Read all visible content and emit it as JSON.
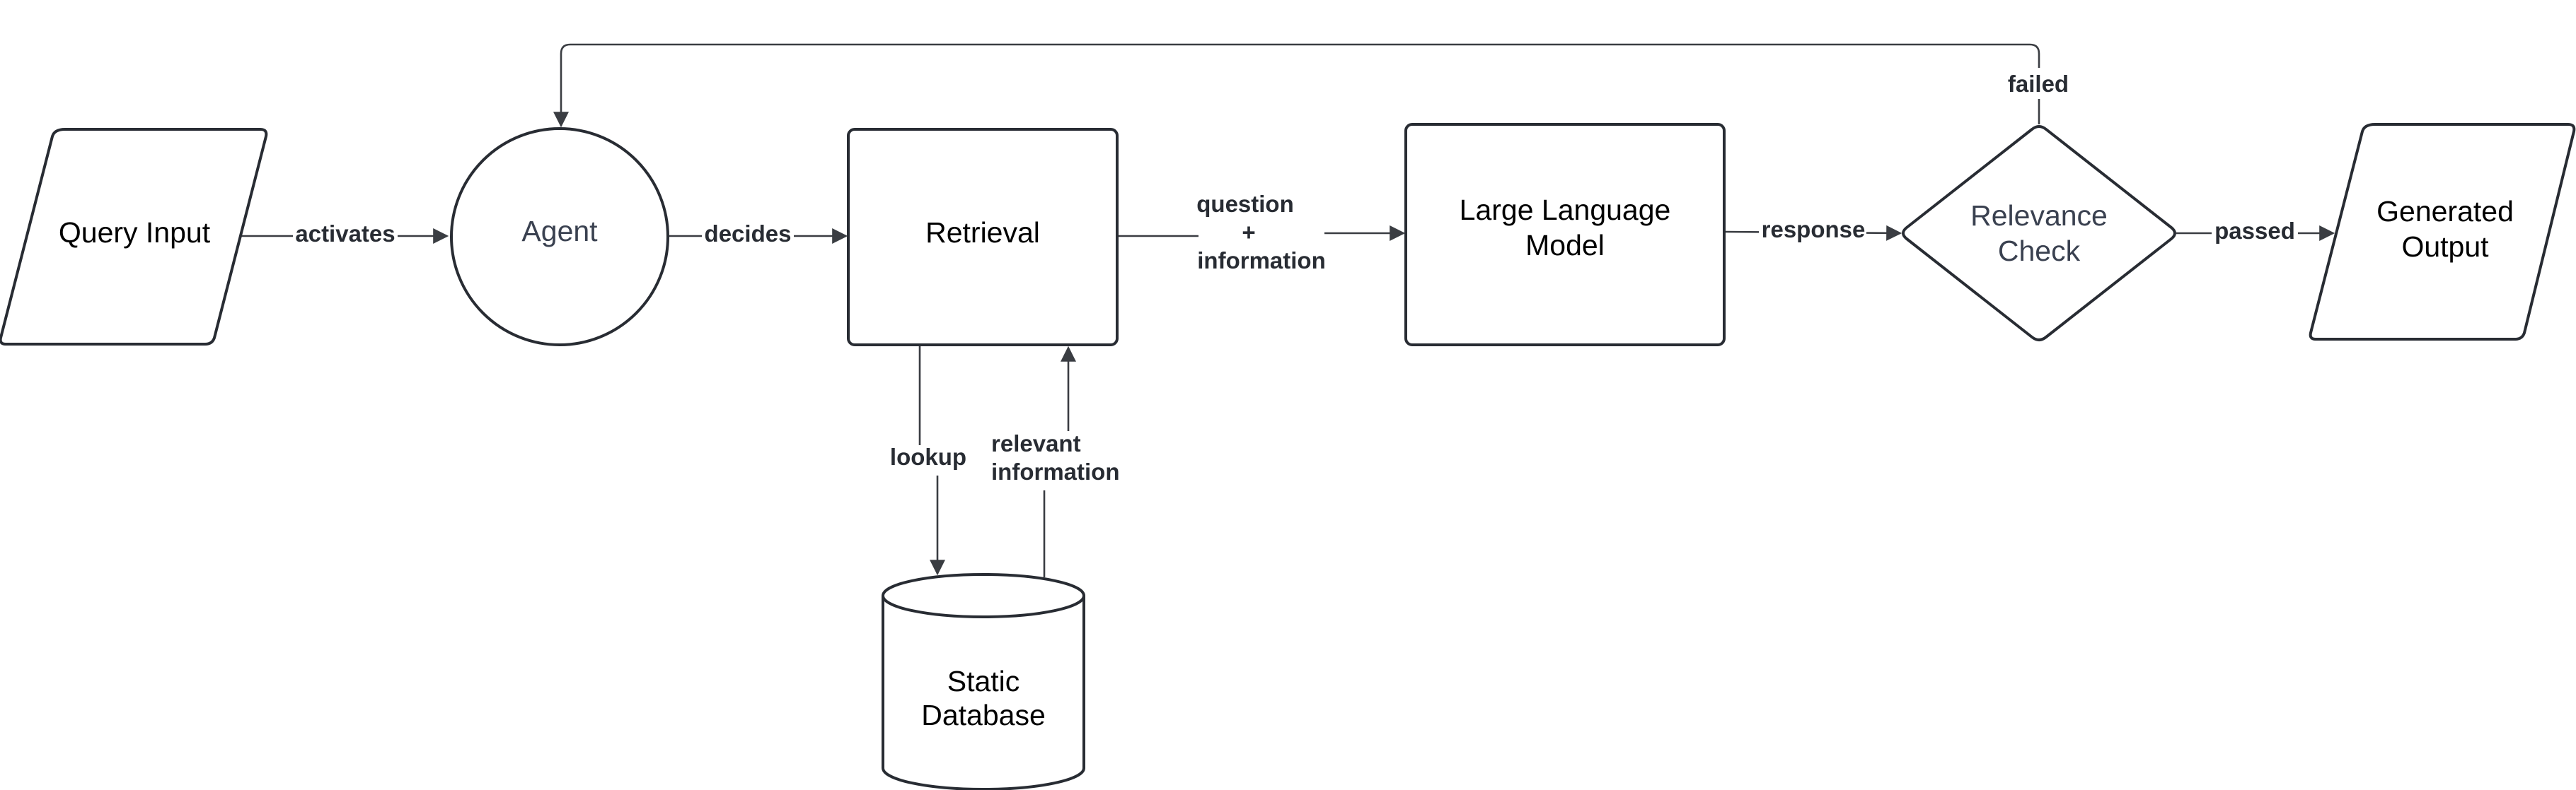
{
  "diagram": {
    "nodes": {
      "query_input": {
        "label": "Query Input"
      },
      "agent": {
        "label": "Agent"
      },
      "retrieval": {
        "label": "Retrieval"
      },
      "llm": {
        "line1": "Large Language",
        "line2": "Model"
      },
      "relevance_check": {
        "line1": "Relevance",
        "line2": "Check"
      },
      "generated_output": {
        "line1": "Generated",
        "line2": "Output"
      },
      "static_database": {
        "line1": "Static",
        "line2": "Database"
      }
    },
    "edges": {
      "activates": {
        "label": "activates"
      },
      "decides": {
        "label": "decides"
      },
      "question_information": {
        "line1": "question",
        "line2": "+",
        "line3": "information"
      },
      "response": {
        "label": "response"
      },
      "passed": {
        "label": "passed"
      },
      "failed": {
        "label": "failed"
      },
      "lookup": {
        "label": "lookup"
      },
      "relevant_information": {
        "line1": "relevant",
        "line2": "information"
      }
    },
    "colors": {
      "stroke": "#282c33",
      "background": "#ffffff"
    }
  }
}
